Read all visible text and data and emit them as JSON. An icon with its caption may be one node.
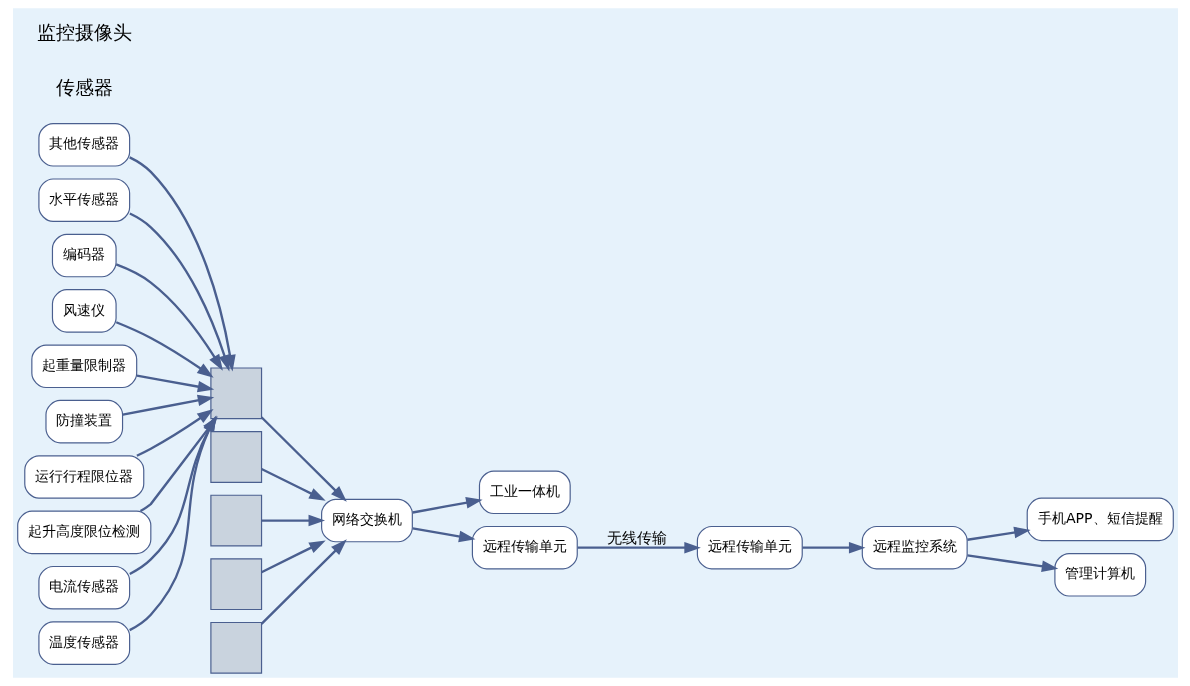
{
  "diagram": {
    "nodes": [
      {
        "text": [
          "其他传感器"
        ]
      },
      {
        "text": [
          "水平传感器"
        ]
      },
      {
        "text": [
          "编码器"
        ]
      },
      {
        "text": [
          "风速仪"
        ]
      },
      {
        "text": [
          "起重量限制器"
        ]
      },
      {
        "text": [
          "防撞装置"
        ]
      },
      {
        "text": [
          "运行行程限位器"
        ]
      },
      {
        "text": [
          "起升高度限位检测"
        ]
      },
      {
        "text": [
          "电流传感器"
        ]
      },
      {
        "text": [
          "温度传感器"
        ]
      },
      {
        "text": [],
        "shape": "box"
      },
      {
        "text": [
          "工业一体机"
        ]
      },
      {
        "text": [
          "网络交换机"
        ]
      },
      {
        "text": [
          "远程传输单元"
        ]
      },
      {
        "text": [
          "远程传输单元"
        ]
      },
      {
        "text": [
          "远程监控系统"
        ]
      },
      {
        "text": [
          "手机APP、短信提醒"
        ]
      },
      {
        "text": [
          "管理计算机"
        ]
      },
      {
        "text": [],
        "shape": "box"
      },
      {
        "text": [],
        "shape": "box"
      },
      {
        "text": [],
        "shape": "box"
      },
      {
        "text": [],
        "shape": "box"
      }
    ],
    "edges": [
      {
        "from": 0,
        "to": 10,
        "arrow": "to"
      },
      {
        "from": 1,
        "to": 10,
        "arrow": "to"
      },
      {
        "from": 2,
        "to": 10,
        "arrow": "to"
      },
      {
        "from": 3,
        "to": 10,
        "arrow": "to"
      },
      {
        "from": 4,
        "to": 10,
        "arrow": "to"
      },
      {
        "from": 5,
        "to": 10,
        "arrow": "to"
      },
      {
        "from": 6,
        "to": 10,
        "arrow": "to"
      },
      {
        "from": 7,
        "to": 10,
        "arrow": "to"
      },
      {
        "from": 8,
        "to": 10,
        "arrow": "to"
      },
      {
        "from": 9,
        "to": 10,
        "arrow": "to"
      },
      {
        "from": 10,
        "to": 12,
        "arrow": "to"
      },
      {
        "from": 12,
        "to": 11,
        "arrow": "to"
      },
      {
        "from": 12,
        "to": 13,
        "arrow": "to"
      },
      {
        "from": 13,
        "to": 14,
        "arrow": "to",
        "label": "无线传输"
      },
      {
        "from": 14,
        "to": 15,
        "arrow": "to"
      },
      {
        "from": 15,
        "to": 16,
        "arrow": "to"
      },
      {
        "from": 15,
        "to": 17,
        "arrow": "to"
      },
      {
        "from": 18,
        "to": 12,
        "arrow": "to"
      },
      {
        "from": 19,
        "to": 12,
        "arrow": "to"
      },
      {
        "from": 20,
        "to": 12,
        "arrow": "to"
      },
      {
        "from": 21,
        "to": 12,
        "arrow": "to"
      }
    ],
    "labels": [
      "传感器",
      "监控摄像头"
    ]
  }
}
